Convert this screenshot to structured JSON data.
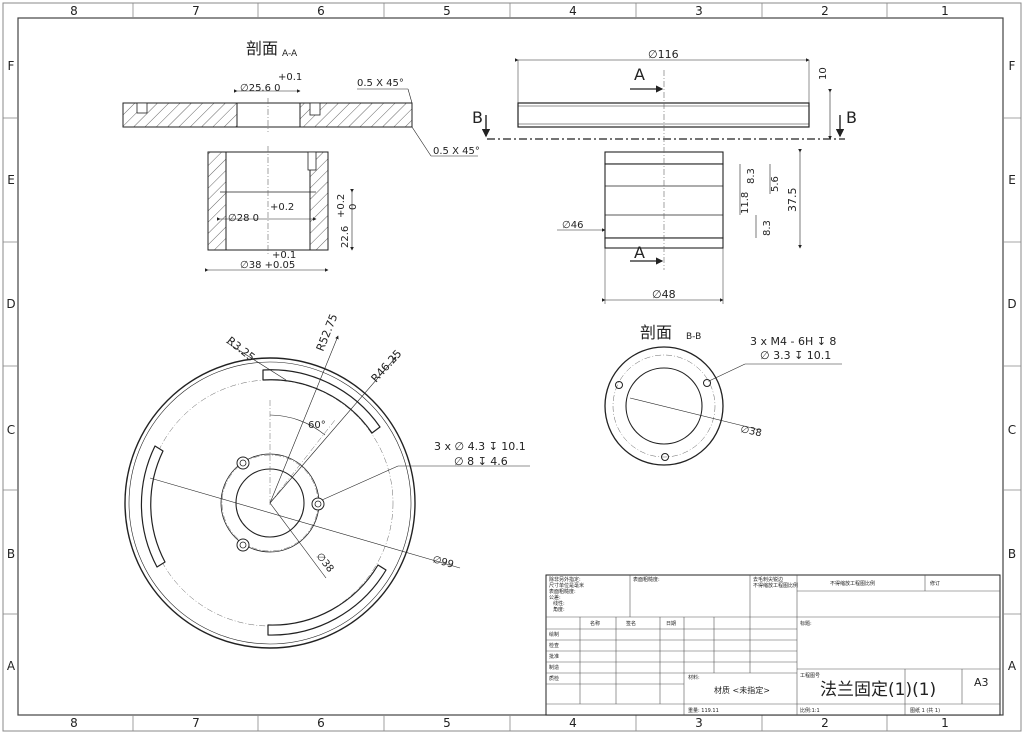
{
  "border": {
    "cols_top": [
      "8",
      "7",
      "6",
      "5",
      "4",
      "3",
      "2",
      "1"
    ],
    "cols_bottom": [
      "8",
      "7",
      "6",
      "5",
      "4",
      "3",
      "2",
      "1"
    ],
    "rows": [
      "F",
      "E",
      "D",
      "C",
      "B",
      "A"
    ]
  },
  "section_aa": {
    "title": "剖面",
    "suffix": "A-A",
    "dims": {
      "d25_tol": "+0.1",
      "d25": "∅25.6  0",
      "chamfer_1": "0.5 X 45°",
      "chamfer_2": "0.5 X 45°",
      "d28_tol": "+0.2",
      "d28": "∅28  0",
      "h22_tol": "+0.2",
      "h22_tol0": "0",
      "h22": "22.6",
      "d38_tol": "+0.1",
      "d38": "∅38 +0.05"
    }
  },
  "side_view": {
    "d116": "∅116",
    "h10": "10",
    "label_a_top": "A",
    "label_a_bottom": "A",
    "label_b_left": "B",
    "label_b_right": "B",
    "h83_top": "8.3",
    "h56": "5.6",
    "h375": "37.5",
    "h118": "11.8",
    "h83_bottom": "8.3",
    "d46": "∅46",
    "d48": "∅48"
  },
  "section_bb": {
    "title": "剖面",
    "suffix": "B-B",
    "note_line1": "3 x  M4 - 6H ↧ 8",
    "note_line2": "∅ 3.3 ↧ 10.1",
    "d38": "∅38"
  },
  "front_view": {
    "r325": "R3.25",
    "r5275": "R52.75",
    "r4625": "R46.25",
    "angle": "60°",
    "hole_note_1": "3 x  ∅ 4.3 ↧ 10.1",
    "hole_note_2": "∅ 8 ↧ 4.6",
    "d38": "∅38",
    "d99": "∅99"
  },
  "title_block": {
    "notes": [
      "除非另外指定:",
      "尺寸单位是毫米",
      "表面粗糙度:",
      "公差:",
      "线性:",
      "角度:"
    ],
    "finish": "表面粗糙度:",
    "edge": "去毛刺尖锐边",
    "no_scale": "不得缩放工程图比例",
    "revision": "修订",
    "col_name": "名称",
    "col_sign": "签名",
    "col_date": "日期",
    "title_label": "标题:",
    "roles": [
      "绘制",
      "检查",
      "批准",
      "制造",
      "质检"
    ],
    "material_label": "材料:",
    "material": "材质 <未指定>",
    "dwg_no_label": "工程图号",
    "drawing_title": "法兰固定(1)(1)",
    "size": "A3",
    "weight": "重量: 119.11",
    "scale": "比例:1:1",
    "sheet": "图纸 1 (共 1)"
  }
}
